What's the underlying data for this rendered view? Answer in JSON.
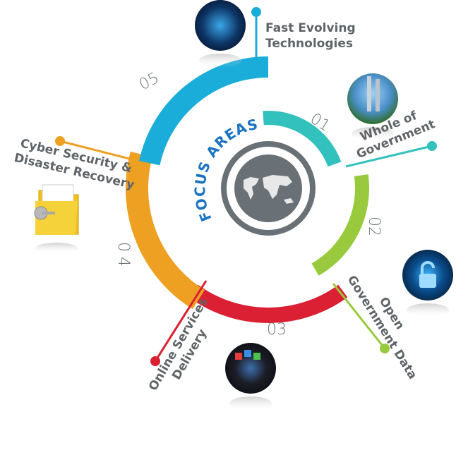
{
  "title": "FOCUS AREAS",
  "center_icon": "world-map-icon",
  "areas": [
    {
      "number": "01",
      "label_lines": [
        "Whole of",
        "Government"
      ],
      "color": "#33c1bd",
      "image": "city-towers-photo"
    },
    {
      "number": "02",
      "label_lines": [
        "Open",
        "Government Data"
      ],
      "color": "#99c93d",
      "image": "padlock-photo"
    },
    {
      "number": "03",
      "label_lines": [
        "Online Services",
        "Delivery"
      ],
      "color": "#da2032",
      "image": "keyboard-apps-photo"
    },
    {
      "number": "0 4",
      "label_lines": [
        "Cyber Security &",
        "Disaster Recovery"
      ],
      "color": "#eea023",
      "image": "folder-key-icon"
    },
    {
      "number": "05",
      "label_lines": [
        "Fast Evolving",
        "Technologies"
      ],
      "color": "#1badd9",
      "image": "circuit-brain-photo"
    }
  ]
}
